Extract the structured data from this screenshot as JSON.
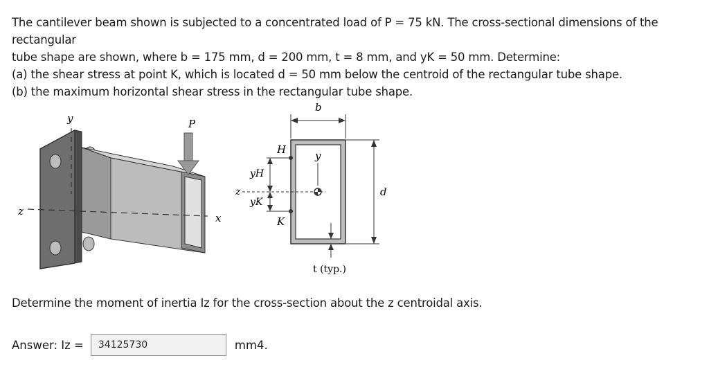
{
  "problem": {
    "line1": "The cantilever beam shown is subjected to a concentrated load of P = 75 kN. The cross-sectional dimensions of the rectangular",
    "line2": "tube shape are shown, where b = 175 mm, d = 200 mm, t = 8 mm, and yK = 50 mm. Determine:",
    "line3": "(a) the shear stress at point K, which is located d = 50 mm below the centroid of the rectangular tube shape.",
    "line4": "(b) the maximum horizontal shear stress in the rectangular tube shape."
  },
  "figure": {
    "labels": {
      "y_left": "y",
      "P": "P",
      "z_left": "z",
      "x": "x",
      "b": "b",
      "H": "H",
      "y_section": "y",
      "yH": "yH",
      "z_section": "z",
      "yK": "yK",
      "K": "K",
      "d": "d",
      "t_typ": "t (typ.)"
    }
  },
  "question": {
    "text": "Determine the moment of inertia Iz for the cross-section about the z centroidal axis."
  },
  "answer": {
    "label": "Answer: Iz =",
    "value": "34125730",
    "unit": "mm4."
  }
}
